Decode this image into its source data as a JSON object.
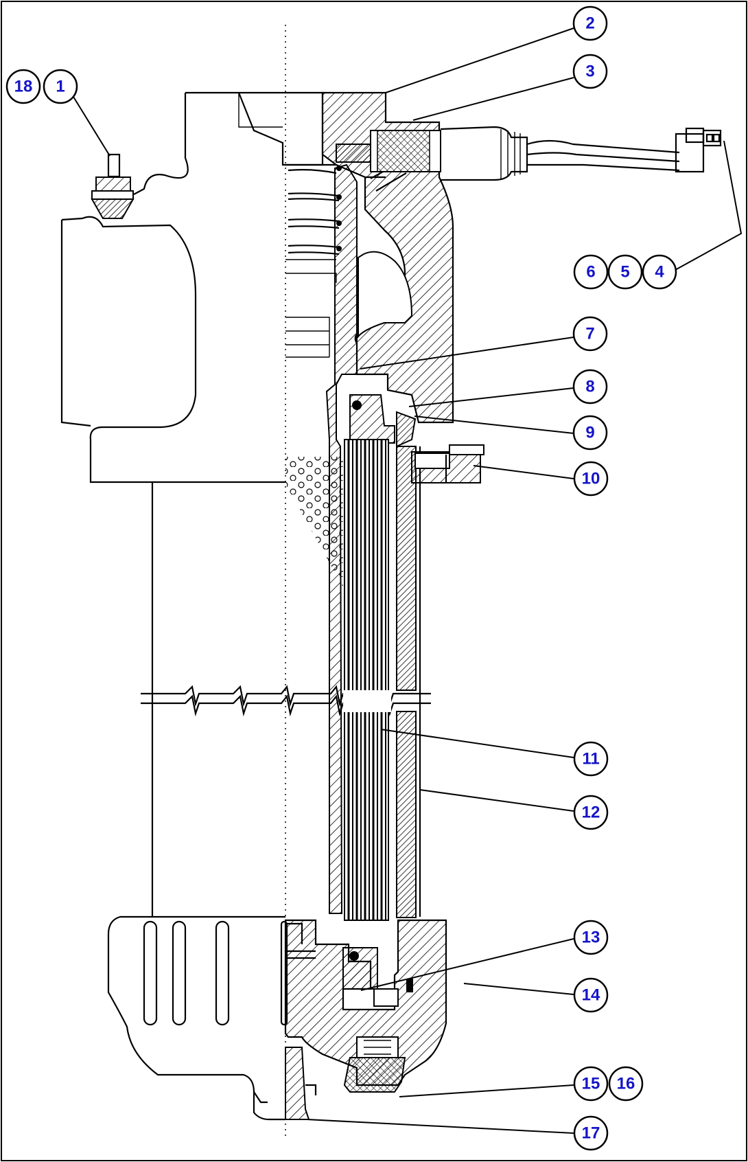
{
  "callout_color": "#1515c8",
  "callouts": [
    {
      "id": "c18",
      "label": "18"
    },
    {
      "id": "c1",
      "label": "1"
    },
    {
      "id": "c2",
      "label": "2"
    },
    {
      "id": "c3",
      "label": "3"
    },
    {
      "id": "c6",
      "label": "6"
    },
    {
      "id": "c5",
      "label": "5"
    },
    {
      "id": "c4",
      "label": "4"
    },
    {
      "id": "c7",
      "label": "7"
    },
    {
      "id": "c8",
      "label": "8"
    },
    {
      "id": "c9",
      "label": "9"
    },
    {
      "id": "c10",
      "label": "10"
    },
    {
      "id": "c11",
      "label": "11"
    },
    {
      "id": "c12",
      "label": "12"
    },
    {
      "id": "c13",
      "label": "13"
    },
    {
      "id": "c14",
      "label": "14"
    },
    {
      "id": "c15",
      "label": "15"
    },
    {
      "id": "c16",
      "label": "16"
    },
    {
      "id": "c17",
      "label": "17"
    }
  ]
}
